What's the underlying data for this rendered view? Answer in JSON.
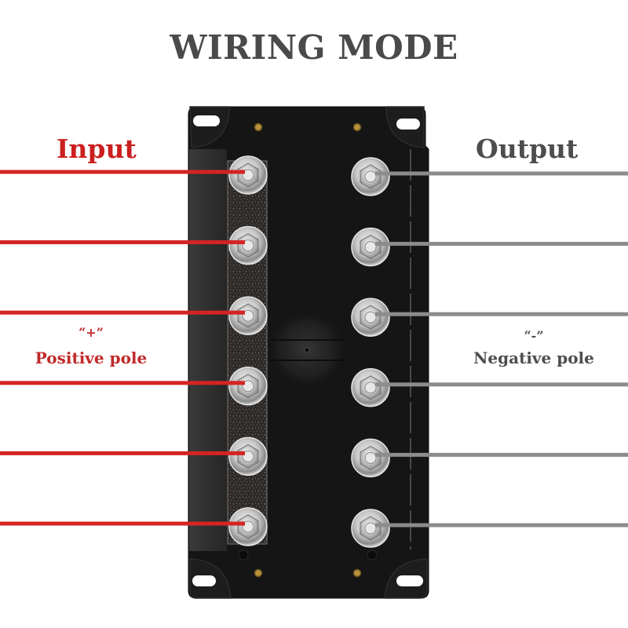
{
  "title": "WIRING MODE",
  "input": {
    "label": "Input",
    "pole_symbol": "“+”",
    "pole_name": "Positive pole",
    "wire_count": 6,
    "color": "#d42424"
  },
  "output": {
    "label": "Output",
    "pole_symbol": "“-”",
    "pole_name": "Negative pole",
    "wire_count": 6,
    "color": "#8c8c8c"
  },
  "device": {
    "name": "bus-bar-distribution-block",
    "terminals_per_side": 6,
    "left_side_bridged": true,
    "body_color": "#141414",
    "bar_color": "#3a3533"
  }
}
